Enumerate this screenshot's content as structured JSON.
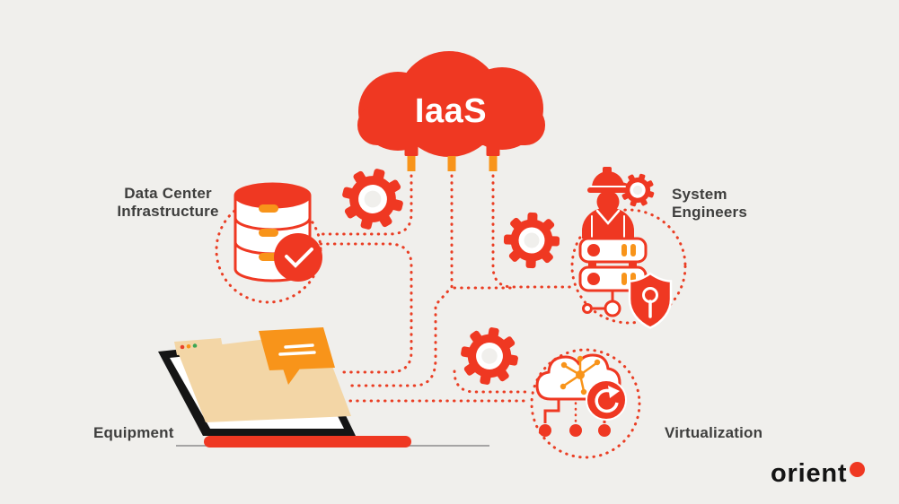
{
  "title": "IaaS infographic",
  "colors": {
    "background": "#F0EFEC",
    "primary_red": "#EF3822",
    "accent_orange": "#F8941A",
    "laptop_tan": "#F3D6A6",
    "text_dark": "#3E3E3D",
    "baseline_gray": "#8C8C8C",
    "logo_black": "#141414",
    "tab_dot_green": "#3BA653"
  },
  "cloud": {
    "label": "IaaS"
  },
  "labels": {
    "data_center": {
      "line1": "Data Center",
      "line2": "Infrastructure"
    },
    "system_engineers": {
      "line1": "System",
      "line2": "Engineers"
    },
    "equipment": "Equipment",
    "virtualization": "Virtualization"
  },
  "logo": {
    "text": "orient"
  },
  "icons": [
    "iaas-cloud-icon",
    "gear-icon-left",
    "gear-icon-right",
    "gear-icon-bottom",
    "database-icon",
    "check-icon",
    "engineer-icon",
    "engineer-gear-icon",
    "server-icon",
    "shield-lock-icon",
    "laptop-icon",
    "browser-window",
    "chat-bubble-icon",
    "cloud-network-icon",
    "refresh-icon",
    "logo-dot-icon"
  ]
}
